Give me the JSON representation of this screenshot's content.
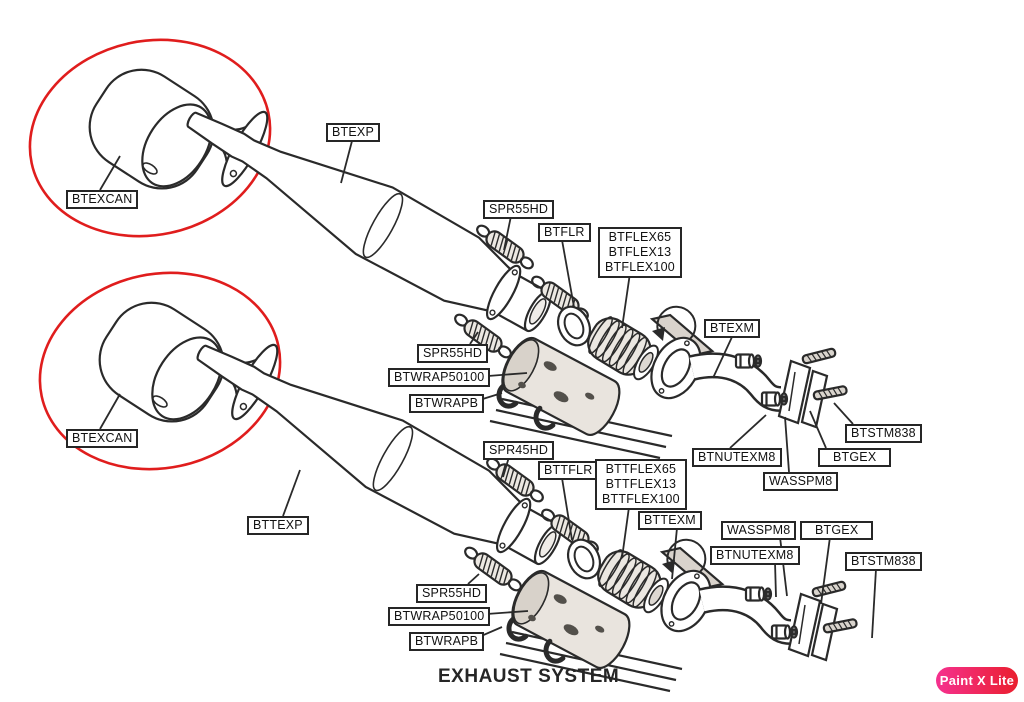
{
  "title": "EXHAUST SYSTEM",
  "watermark": {
    "text": "Paint X Lite",
    "bg_left": "#f5318f",
    "bg_right": "#ea1f2e",
    "text_color": "#ffffff"
  },
  "colors": {
    "line": "#2a2a2a",
    "highlight_red": "#e01d1d",
    "fill_light": "#e9e4de"
  },
  "top_assembly": {
    "can_label": "BTEXCAN",
    "pipe_label": "BTEXP",
    "spring_upper_label": "SPR55HD",
    "flex_ring_label": "BTFLR",
    "flex_labels": [
      "BTFLEX65",
      "BTFLEX13",
      "BTFLEX100"
    ],
    "spring_lower_label": "SPR55HD",
    "wrap_label": "BTWRAP50100",
    "wrap_bracket_label": "BTWRAPB",
    "manifold_label": "BTEXM",
    "stud_label": "BTSTM838",
    "gasket_label": "BTGEX",
    "nut_label": "BTNUTEXM8",
    "washer_label": "WASSPM8"
  },
  "bottom_assembly": {
    "can_label": "BTEXCAN",
    "pipe_label": "BTTEXP",
    "spring_upper_label": "SPR45HD",
    "flex_ring_label": "BTTFLR",
    "flex_labels": [
      "BTTFLEX65",
      "BTTFLEX13",
      "BTTFLEX100"
    ],
    "manifold_label": "BTTEXM",
    "washer_label": "WASSPM8",
    "gasket_label": "BTGEX",
    "nut_label": "BTNUTEXM8",
    "stud_label": "BTSTM838",
    "spring_lower_label": "SPR55HD",
    "wrap_label": "BTWRAP50100",
    "wrap_bracket_label": "BTWRAPB"
  }
}
